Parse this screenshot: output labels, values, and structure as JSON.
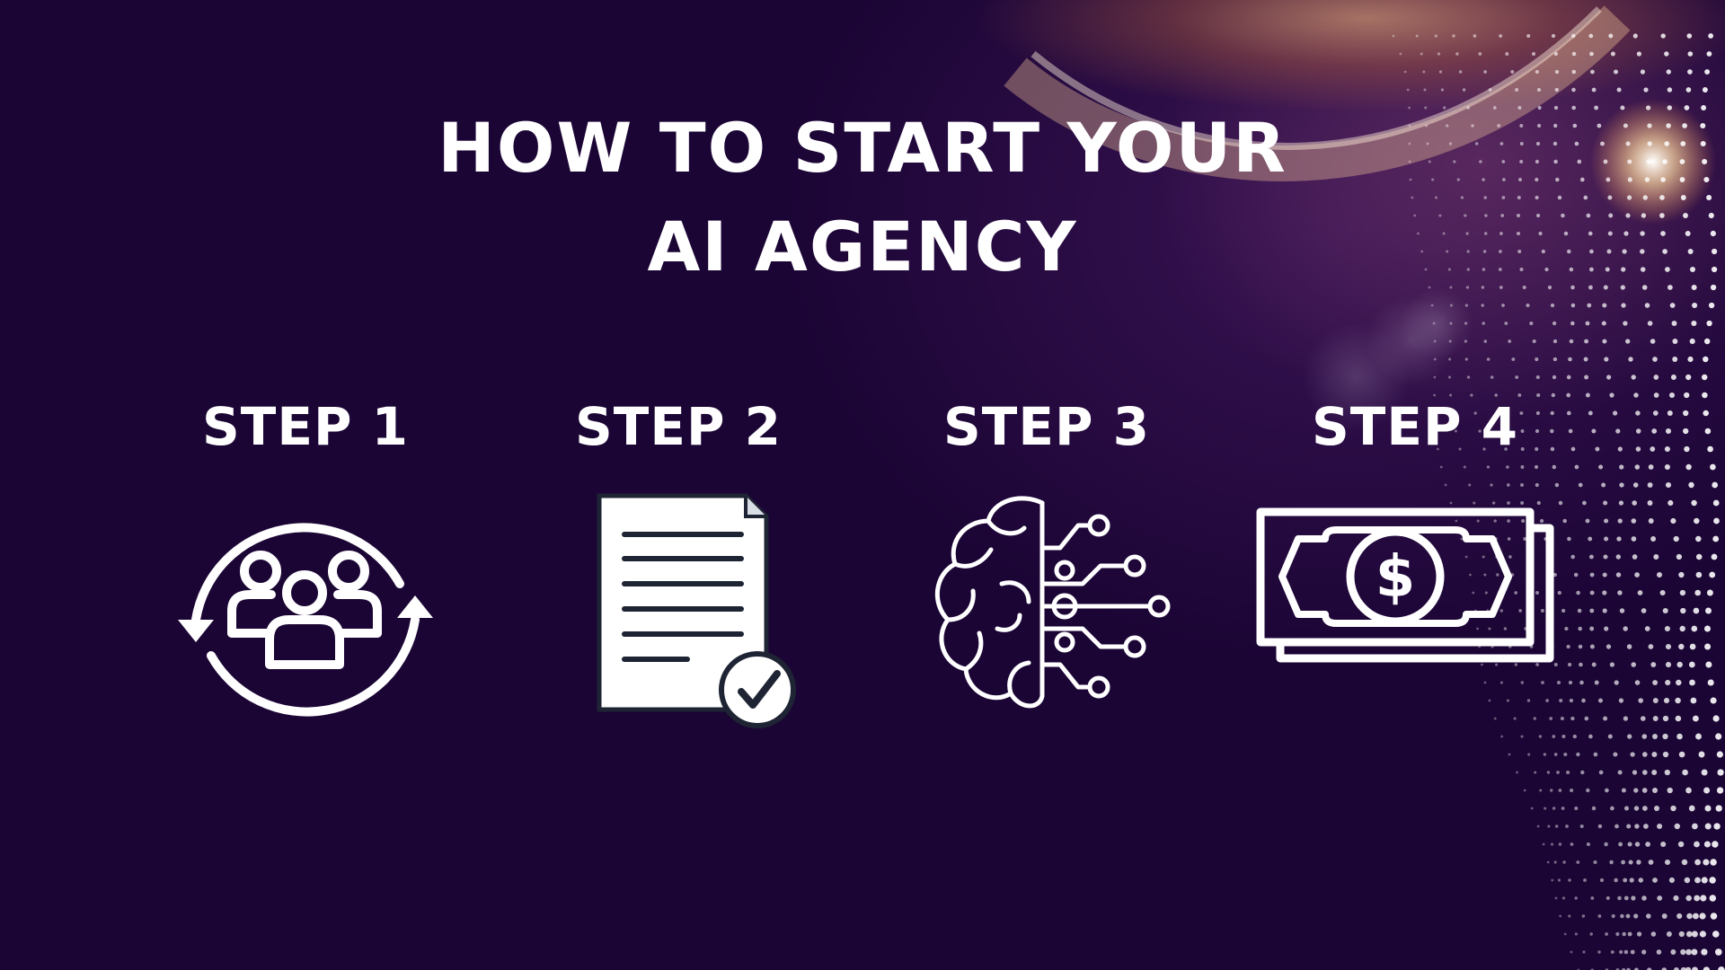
{
  "title": {
    "line1": "HOW TO START YOUR",
    "line2": "AI AGENCY"
  },
  "steps": [
    {
      "label": "STEP 1",
      "icon": "team-cycle-icon"
    },
    {
      "label": "STEP 2",
      "icon": "document-check-icon"
    },
    {
      "label": "STEP 3",
      "icon": "ai-brain-icon"
    },
    {
      "label": "STEP 4",
      "icon": "money-bills-icon"
    }
  ],
  "colors": {
    "background": "#1b0535",
    "foreground": "#ffffff",
    "icon_dark": "#1e2433",
    "glow": "#ffbe78"
  }
}
